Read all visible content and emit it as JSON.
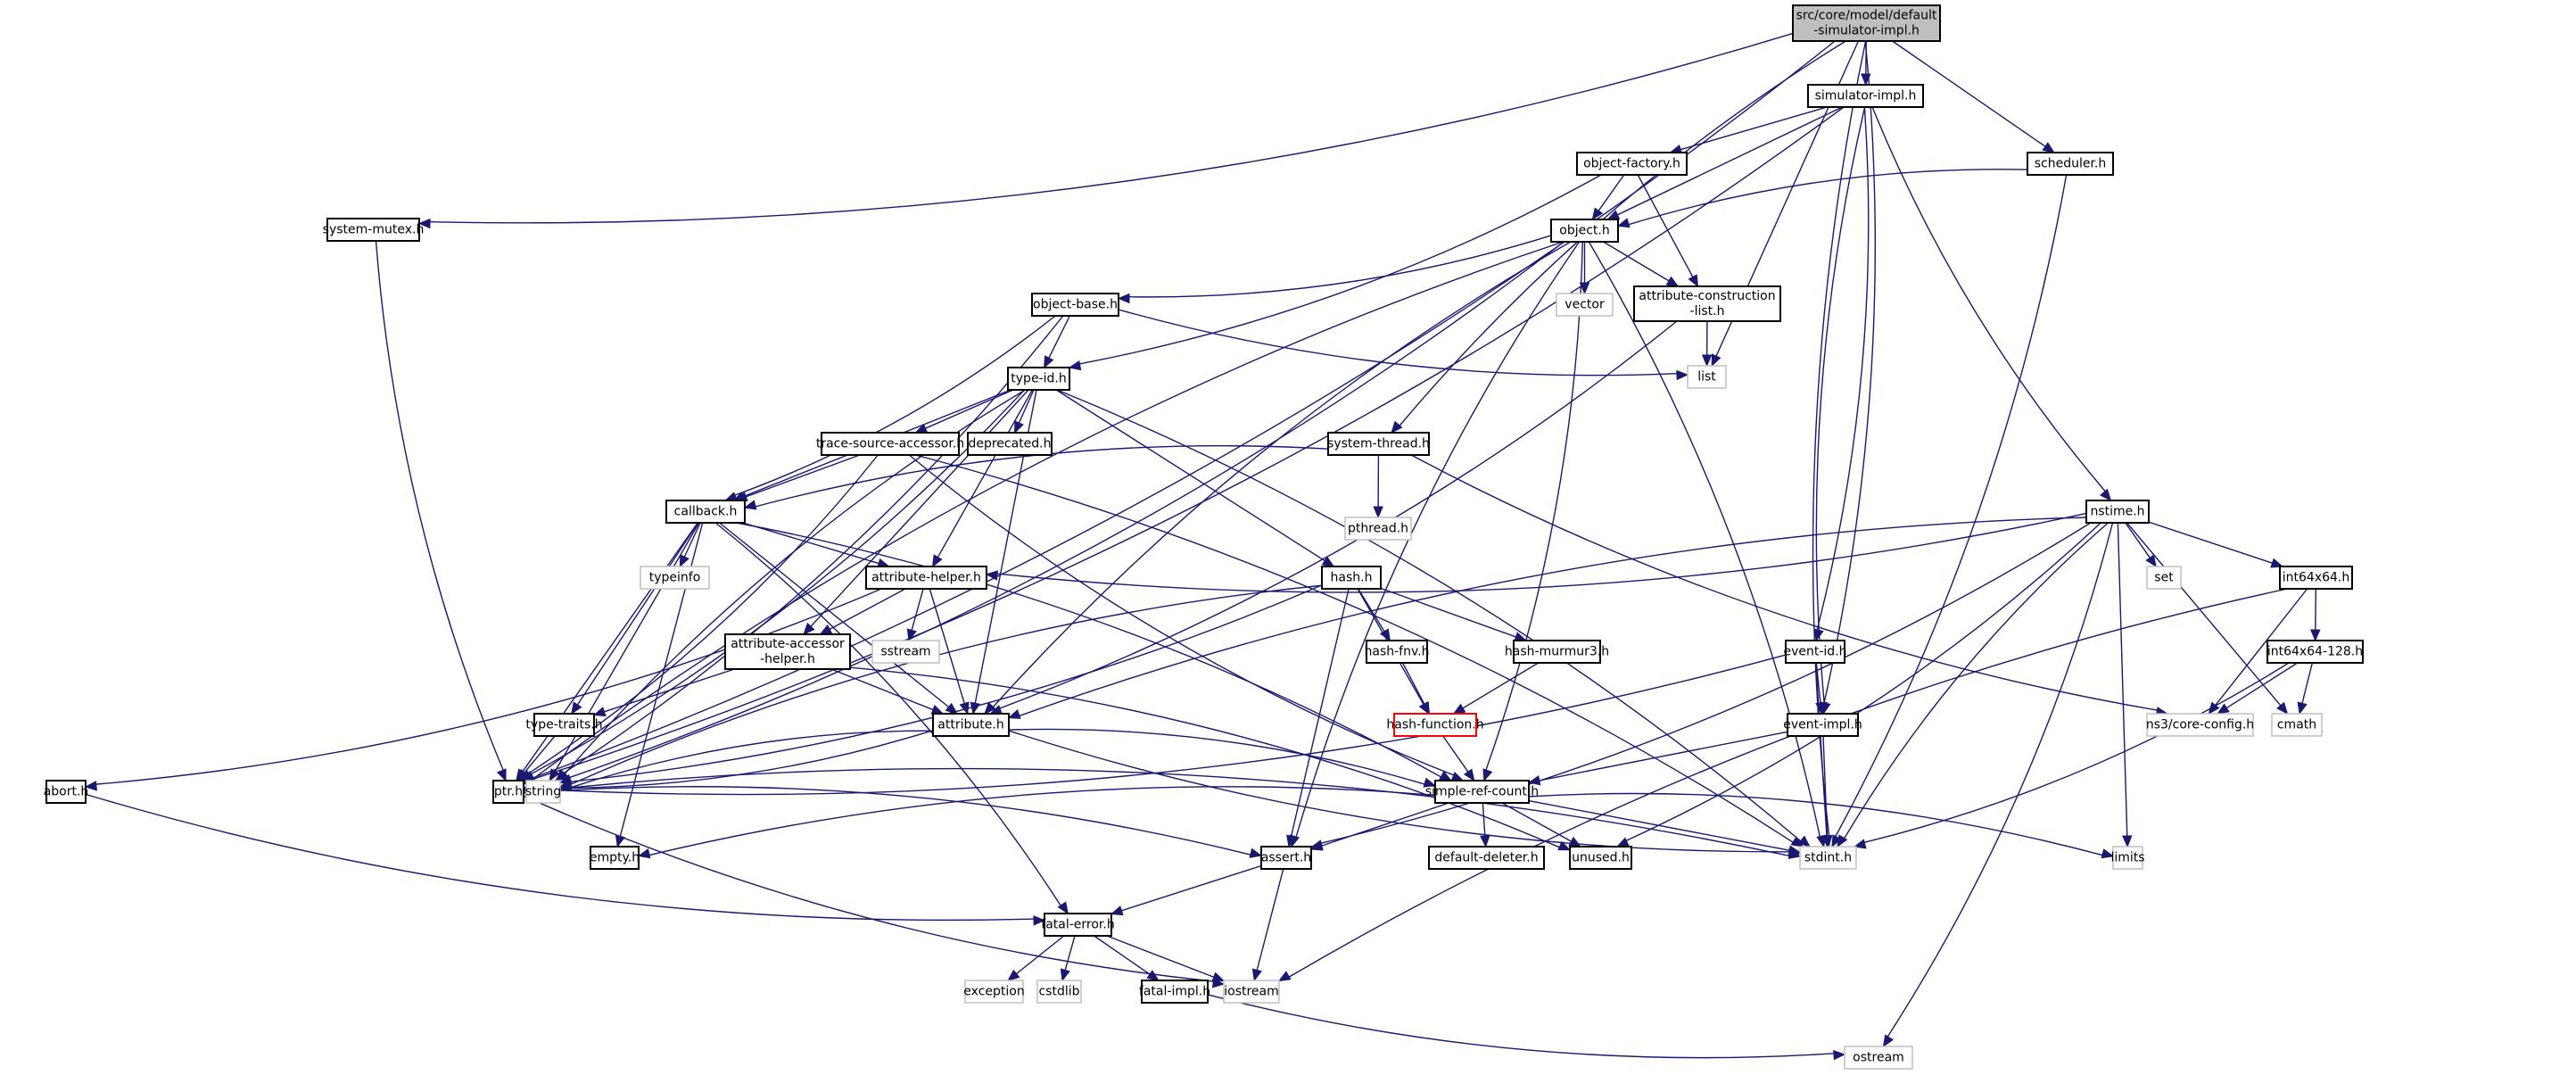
{
  "title": "Include dependency graph for default-simulator-impl.h",
  "colors": {
    "edge": "#191970",
    "root_fill": "#bfbfbf",
    "local_border": "#000000",
    "system_border": "#bfbfbf",
    "highlight_border": "#ff0000"
  },
  "nodes": [
    {
      "id": "root",
      "label": "src/core/model/default\n-simulator-impl.h",
      "kind": "root"
    },
    {
      "id": "simulator-impl",
      "label": "simulator-impl.h",
      "kind": "local"
    },
    {
      "id": "object-factory",
      "label": "object-factory.h",
      "kind": "local"
    },
    {
      "id": "scheduler",
      "label": "scheduler.h",
      "kind": "local"
    },
    {
      "id": "system-mutex",
      "label": "system-mutex.h",
      "kind": "local"
    },
    {
      "id": "object",
      "label": "object.h",
      "kind": "local"
    },
    {
      "id": "object-base",
      "label": "object-base.h",
      "kind": "local"
    },
    {
      "id": "vector",
      "label": "vector",
      "kind": "system"
    },
    {
      "id": "attribute-construction-list",
      "label": "attribute-construction\n-list.h",
      "kind": "local"
    },
    {
      "id": "list",
      "label": "list",
      "kind": "system"
    },
    {
      "id": "type-id",
      "label": "type-id.h",
      "kind": "local"
    },
    {
      "id": "trace-source-accessor",
      "label": "trace-source-accessor.h",
      "kind": "local"
    },
    {
      "id": "deprecated",
      "label": "deprecated.h",
      "kind": "local"
    },
    {
      "id": "system-thread",
      "label": "system-thread.h",
      "kind": "local"
    },
    {
      "id": "pthread",
      "label": "pthread.h",
      "kind": "system"
    },
    {
      "id": "callback",
      "label": "callback.h",
      "kind": "local"
    },
    {
      "id": "nstime",
      "label": "nstime.h",
      "kind": "local"
    },
    {
      "id": "typeinfo",
      "label": "typeinfo",
      "kind": "system"
    },
    {
      "id": "attribute-helper",
      "label": "attribute-helper.h",
      "kind": "local"
    },
    {
      "id": "hash",
      "label": "hash.h",
      "kind": "local"
    },
    {
      "id": "set",
      "label": "set",
      "kind": "system"
    },
    {
      "id": "int64x64",
      "label": "int64x64.h",
      "kind": "local"
    },
    {
      "id": "attribute-accessor-helper",
      "label": "attribute-accessor\n-helper.h",
      "kind": "local"
    },
    {
      "id": "sstream",
      "label": "sstream",
      "kind": "system"
    },
    {
      "id": "hash-fnv",
      "label": "hash-fnv.h",
      "kind": "local"
    },
    {
      "id": "hash-murmur3",
      "label": "hash-murmur3.h",
      "kind": "local"
    },
    {
      "id": "event-id",
      "label": "event-id.h",
      "kind": "local"
    },
    {
      "id": "int64x64-128",
      "label": "int64x64-128.h",
      "kind": "local"
    },
    {
      "id": "core-config",
      "label": "ns3/core-config.h",
      "kind": "system"
    },
    {
      "id": "cmath",
      "label": "cmath",
      "kind": "system"
    },
    {
      "id": "type-traits",
      "label": "type-traits.h",
      "kind": "local"
    },
    {
      "id": "attribute",
      "label": "attribute.h",
      "kind": "local"
    },
    {
      "id": "hash-function",
      "label": "hash-function.h",
      "kind": "highlight"
    },
    {
      "id": "event-impl",
      "label": "event-impl.h",
      "kind": "local"
    },
    {
      "id": "abort",
      "label": "abort.h",
      "kind": "local"
    },
    {
      "id": "ptr",
      "label": "ptr.h",
      "kind": "local"
    },
    {
      "id": "string",
      "label": "string",
      "kind": "system"
    },
    {
      "id": "simple-ref-count",
      "label": "simple-ref-count.h",
      "kind": "local"
    },
    {
      "id": "empty",
      "label": "empty.h",
      "kind": "local"
    },
    {
      "id": "assert",
      "label": "assert.h",
      "kind": "local"
    },
    {
      "id": "default-deleter",
      "label": "default-deleter.h",
      "kind": "local"
    },
    {
      "id": "unused",
      "label": "unused.h",
      "kind": "local"
    },
    {
      "id": "stdint",
      "label": "stdint.h",
      "kind": "system"
    },
    {
      "id": "limits",
      "label": "limits",
      "kind": "system"
    },
    {
      "id": "fatal-error",
      "label": "fatal-error.h",
      "kind": "local"
    },
    {
      "id": "exception",
      "label": "exception",
      "kind": "system"
    },
    {
      "id": "cstdlib",
      "label": "cstdlib",
      "kind": "system"
    },
    {
      "id": "fatal-impl",
      "label": "fatal-impl.h",
      "kind": "local"
    },
    {
      "id": "iostream",
      "label": "iostream",
      "kind": "system"
    },
    {
      "id": "ostream",
      "label": "ostream",
      "kind": "system"
    }
  ],
  "edges": [
    [
      "root",
      "simulator-impl"
    ],
    [
      "root",
      "scheduler"
    ],
    [
      "root",
      "system-mutex"
    ],
    [
      "root",
      "system-thread"
    ],
    [
      "root",
      "ptr"
    ],
    [
      "root",
      "list"
    ],
    [
      "root",
      "event-impl"
    ],
    [
      "root",
      "stdint"
    ],
    [
      "simulator-impl",
      "object-factory"
    ],
    [
      "simulator-impl",
      "object"
    ],
    [
      "simulator-impl",
      "ptr"
    ],
    [
      "simulator-impl",
      "nstime"
    ],
    [
      "simulator-impl",
      "event-id"
    ],
    [
      "simulator-impl",
      "event-impl"
    ],
    [
      "object-factory",
      "object"
    ],
    [
      "object-factory",
      "attribute-construction-list"
    ],
    [
      "object-factory",
      "type-id"
    ],
    [
      "scheduler",
      "object"
    ],
    [
      "scheduler",
      "stdint"
    ],
    [
      "system-mutex",
      "ptr"
    ],
    [
      "object",
      "object-base"
    ],
    [
      "object",
      "vector"
    ],
    [
      "object",
      "attribute-construction-list"
    ],
    [
      "object",
      "ptr"
    ],
    [
      "object",
      "string"
    ],
    [
      "object",
      "attribute"
    ],
    [
      "object",
      "simple-ref-count"
    ],
    [
      "object",
      "assert"
    ],
    [
      "object",
      "stdint"
    ],
    [
      "object-base",
      "type-id"
    ],
    [
      "object-base",
      "callback"
    ],
    [
      "object-base",
      "list"
    ],
    [
      "object-base",
      "string"
    ],
    [
      "attribute-construction-list",
      "list"
    ],
    [
      "attribute-construction-list",
      "attribute"
    ],
    [
      "type-id",
      "trace-source-accessor"
    ],
    [
      "type-id",
      "deprecated"
    ],
    [
      "type-id",
      "callback"
    ],
    [
      "type-id",
      "attribute-helper"
    ],
    [
      "type-id",
      "attribute-accessor-helper"
    ],
    [
      "type-id",
      "hash"
    ],
    [
      "type-id",
      "attribute"
    ],
    [
      "type-id",
      "ptr"
    ],
    [
      "type-id",
      "string"
    ],
    [
      "type-id",
      "stdint"
    ],
    [
      "trace-source-accessor",
      "callback"
    ],
    [
      "trace-source-accessor",
      "ptr"
    ],
    [
      "trace-source-accessor",
      "simple-ref-count"
    ],
    [
      "trace-source-accessor",
      "stdint"
    ],
    [
      "system-thread",
      "callback"
    ],
    [
      "system-thread",
      "pthread"
    ],
    [
      "system-thread",
      "core-config"
    ],
    [
      "callback",
      "typeinfo"
    ],
    [
      "callback",
      "attribute-helper"
    ],
    [
      "callback",
      "type-traits"
    ],
    [
      "callback",
      "attribute"
    ],
    [
      "callback",
      "ptr"
    ],
    [
      "callback",
      "string"
    ],
    [
      "callback",
      "simple-ref-count"
    ],
    [
      "callback",
      "empty"
    ],
    [
      "callback",
      "fatal-error"
    ],
    [
      "nstime",
      "set"
    ],
    [
      "nstime",
      "int64x64"
    ],
    [
      "nstime",
      "cmath"
    ],
    [
      "nstime",
      "attribute-helper"
    ],
    [
      "nstime",
      "attribute"
    ],
    [
      "nstime",
      "assert"
    ],
    [
      "nstime",
      "stdint"
    ],
    [
      "nstime",
      "unused"
    ],
    [
      "nstime",
      "limits"
    ],
    [
      "nstime",
      "ostream"
    ],
    [
      "attribute-helper",
      "attribute-accessor-helper"
    ],
    [
      "attribute-helper",
      "sstream"
    ],
    [
      "attribute-helper",
      "attribute"
    ],
    [
      "attribute-helper",
      "abort"
    ],
    [
      "hash",
      "hash-fnv"
    ],
    [
      "hash",
      "hash-murmur3"
    ],
    [
      "hash",
      "hash-function"
    ],
    [
      "hash",
      "ptr"
    ],
    [
      "hash",
      "string"
    ],
    [
      "hash",
      "assert"
    ],
    [
      "int64x64",
      "int64x64-128"
    ],
    [
      "int64x64",
      "core-config"
    ],
    [
      "int64x64",
      "iostream"
    ],
    [
      "attribute-accessor-helper",
      "type-traits"
    ],
    [
      "attribute-accessor-helper",
      "attribute"
    ],
    [
      "attribute-accessor-helper",
      "unused"
    ],
    [
      "hash-fnv",
      "hash-function"
    ],
    [
      "hash-murmur3",
      "hash-function"
    ],
    [
      "event-id",
      "event-impl"
    ],
    [
      "event-id",
      "ptr"
    ],
    [
      "event-id",
      "stdint"
    ],
    [
      "int64x64-128",
      "core-config"
    ],
    [
      "int64x64-128",
      "cmath"
    ],
    [
      "int64x64-128",
      "stdint"
    ],
    [
      "type-traits",
      "ptr"
    ],
    [
      "attribute",
      "ptr"
    ],
    [
      "attribute",
      "string"
    ],
    [
      "attribute",
      "simple-ref-count"
    ],
    [
      "attribute",
      "stdint"
    ],
    [
      "hash-function",
      "simple-ref-count"
    ],
    [
      "event-impl",
      "simple-ref-count"
    ],
    [
      "event-impl",
      "stdint"
    ],
    [
      "abort",
      "fatal-error"
    ],
    [
      "ptr",
      "assert"
    ],
    [
      "ptr",
      "iostream"
    ],
    [
      "ptr",
      "stdint"
    ],
    [
      "simple-ref-count",
      "empty"
    ],
    [
      "simple-ref-count",
      "assert"
    ],
    [
      "simple-ref-count",
      "default-deleter"
    ],
    [
      "simple-ref-count",
      "unused"
    ],
    [
      "simple-ref-count",
      "stdint"
    ],
    [
      "simple-ref-count",
      "limits"
    ],
    [
      "assert",
      "fatal-error"
    ],
    [
      "assert",
      "iostream"
    ],
    [
      "fatal-error",
      "exception"
    ],
    [
      "fatal-error",
      "cstdlib"
    ],
    [
      "fatal-error",
      "fatal-impl"
    ],
    [
      "fatal-error",
      "iostream"
    ],
    [
      "fatal-impl",
      "ostream"
    ]
  ]
}
